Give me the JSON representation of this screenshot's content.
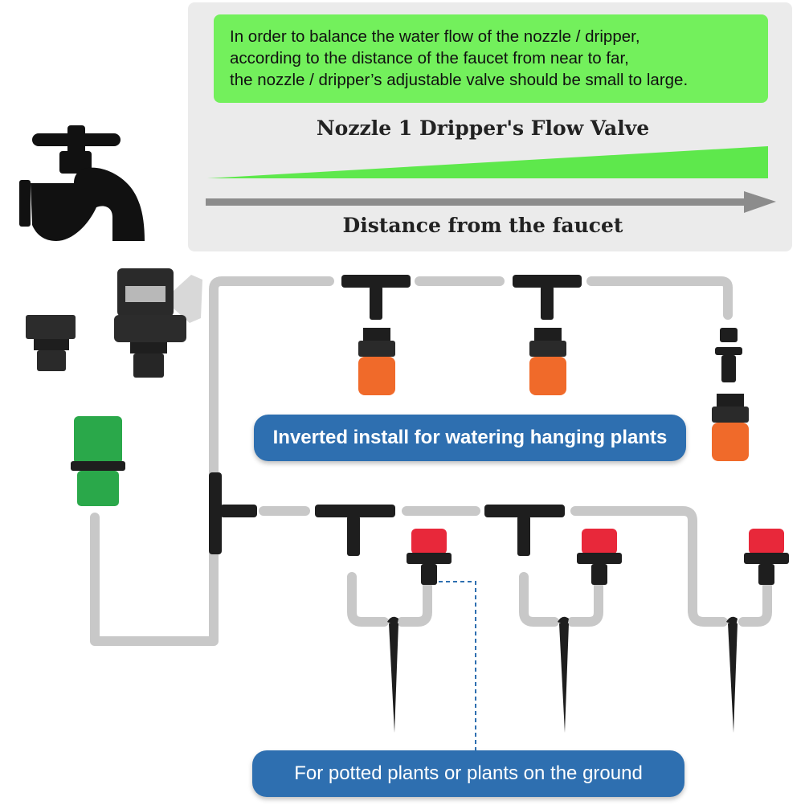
{
  "header_note": {
    "lines": [
      "In order to balance the water flow of the nozzle / dripper,",
      "according to the distance of the faucet from near to far,",
      "the nozzle / dripper’s adjustable valve should be small to large."
    ]
  },
  "flow_chart": {
    "title": "Nozzle 1 Dripper's Flow Valve",
    "axis_label": "Distance from the faucet"
  },
  "callouts": {
    "top": "Inverted install for watering hanging plants",
    "bottom": "For potted plants or plants on the ground"
  },
  "colors": {
    "note_green": "#73f05c",
    "wedge_green": "#5ee84c",
    "pill_blue": "#2e6fb0",
    "pipe_gray": "#c8c8c8",
    "nozzle_orange": "#f06a2a",
    "dripper_red": "#e8283a",
    "connector_green": "#2aa84a"
  },
  "icons": [
    "faucet-icon",
    "tap-adapter-icon",
    "quick-connector-icon",
    "tee-connector-icon",
    "adjustable-nozzle-icon",
    "dripper-icon",
    "ground-stake-icon"
  ]
}
